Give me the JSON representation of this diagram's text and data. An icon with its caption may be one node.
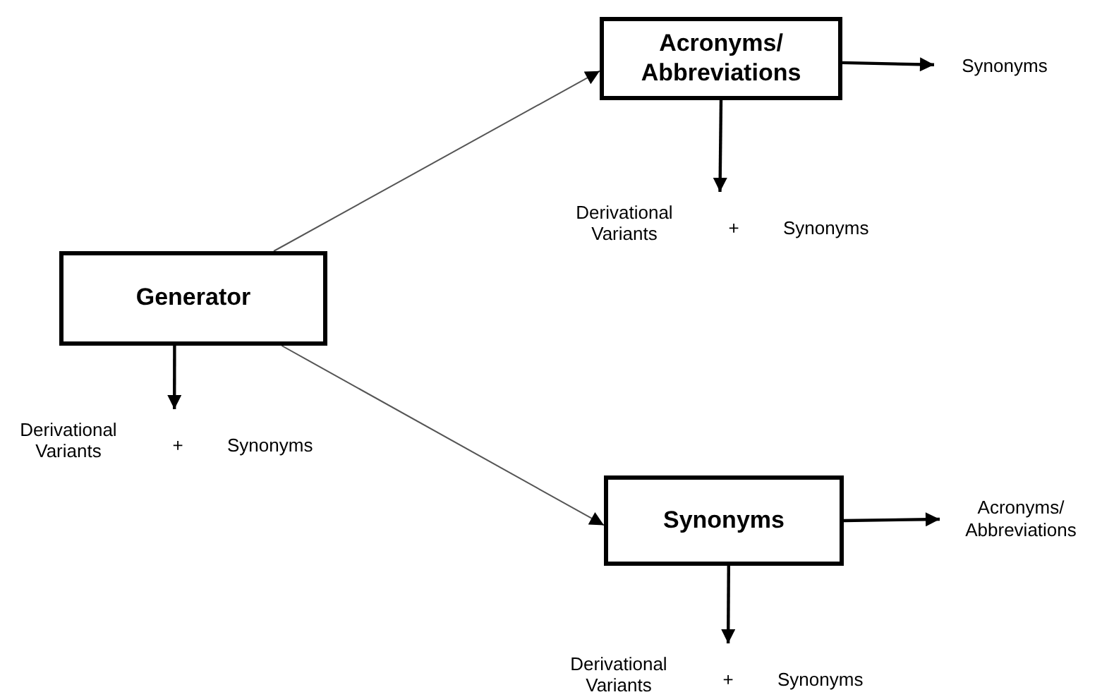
{
  "diagram": {
    "nodes": [
      {
        "text": [
          "Generator"
        ]
      },
      {
        "text": [
          "Acronyms/ Abbreviations"
        ]
      },
      {
        "text": [
          "Synonyms"
        ]
      },
      {
        "text": [
          "Synonyms"
        ]
      },
      {
        "text": [
          "Derivational Variants",
          "+",
          "Synonyms"
        ]
      },
      {
        "text": [
          "Derivational Variants",
          "+",
          "Synonyms"
        ]
      },
      {
        "text": [
          "Acronyms/ Abbreviations"
        ]
      },
      {
        "text": [
          "Derivational Variants",
          "+",
          "Synonyms"
        ]
      }
    ],
    "edges": [
      {
        "from": 0,
        "to": 1,
        "arrow": "to",
        "color": "#555555"
      },
      {
        "from": 0,
        "to": 2,
        "arrow": "to",
        "color": "#555555"
      },
      {
        "from": 1,
        "to": 3,
        "arrow": "to"
      },
      {
        "from": 1,
        "to": 4,
        "arrow": "to"
      },
      {
        "from": 0,
        "to": 5,
        "arrow": "to"
      },
      {
        "from": 2,
        "to": 6,
        "arrow": "to"
      },
      {
        "from": 2,
        "to": 7,
        "arrow": "to"
      }
    ]
  }
}
